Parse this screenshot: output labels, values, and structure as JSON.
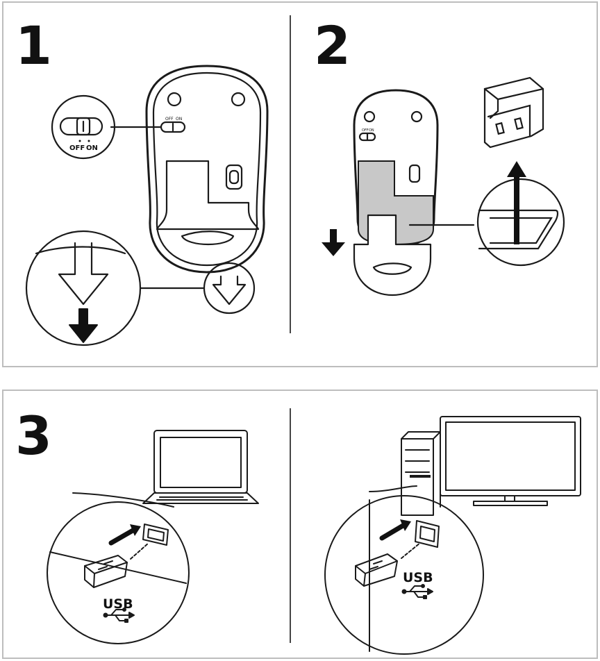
{
  "steps": [
    {
      "number": "1"
    },
    {
      "number": "2"
    },
    {
      "number": "3"
    }
  ],
  "switch_labels": {
    "off": "OFF",
    "on": "ON"
  },
  "usb_label": "USB",
  "colors": {
    "line": "#1a1a1a",
    "frame": "#bdbdbd",
    "battery_cover_highlight": "#c8c8c8"
  }
}
